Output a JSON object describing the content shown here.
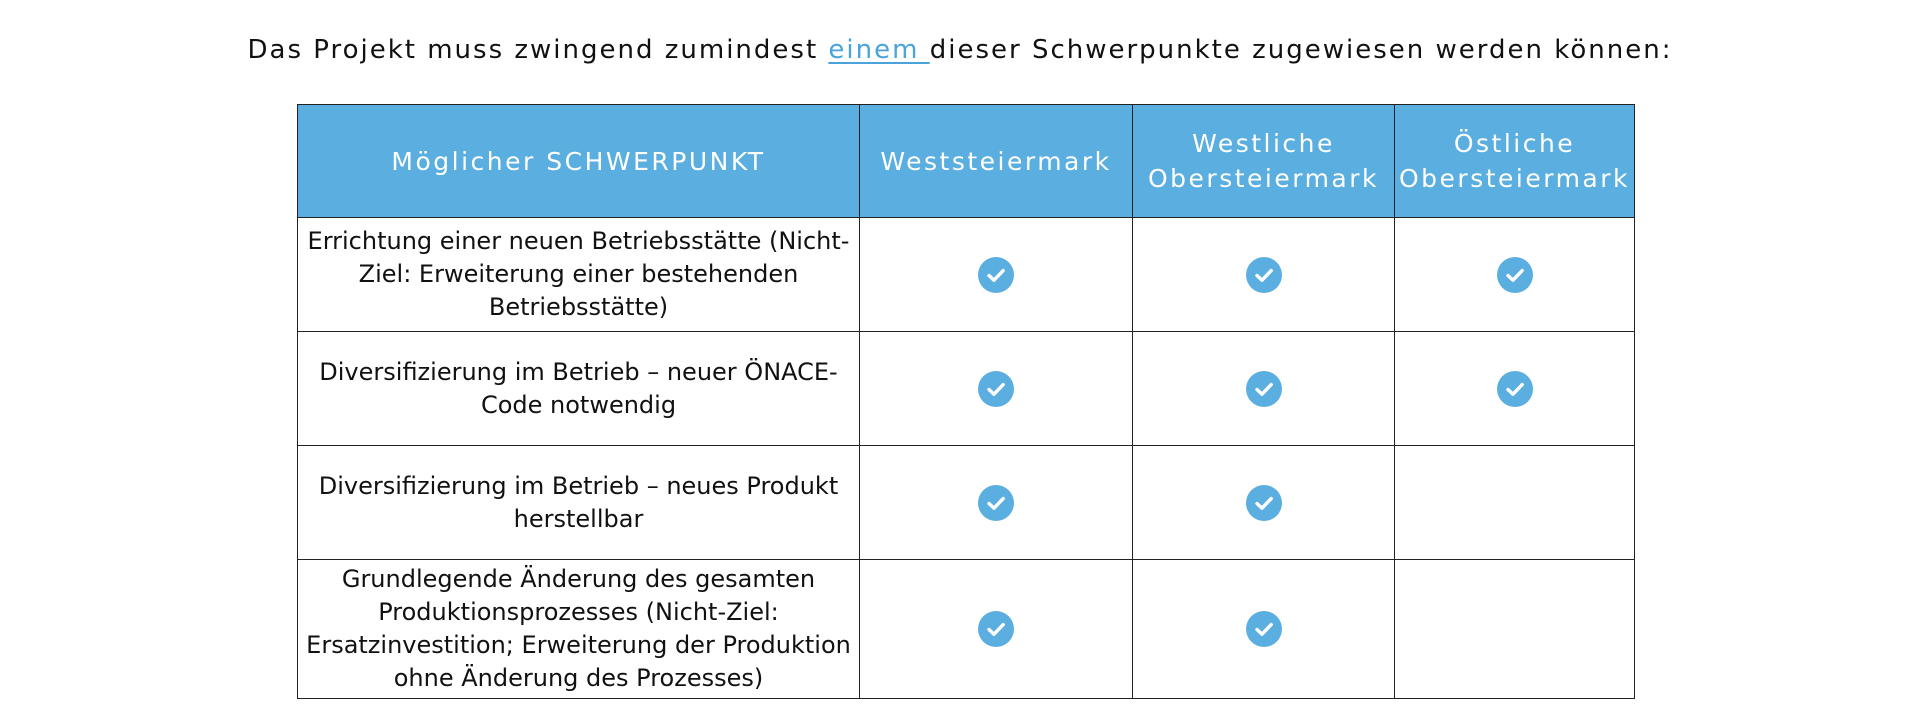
{
  "intro": {
    "before": "Das Projekt muss zwingend zumindest ",
    "emphasis": "einem ",
    "after": "dieser Schwerpunkte zugewiesen werden können:"
  },
  "table": {
    "headers": [
      "Möglicher SCHWERPUNKT",
      "Weststeiermark",
      "Westliche Obersteiermark",
      "Östliche Obersteiermark"
    ],
    "rows": [
      {
        "label": "Errichtung einer neuen Betriebsstätte (Nicht-Ziel: Erweiterung einer bestehenden Betriebsstätte)",
        "checks": [
          true,
          true,
          true
        ]
      },
      {
        "label": "Diversifizierung im Betrieb – neuer ÖNACE-Code notwendig",
        "checks": [
          true,
          true,
          true
        ]
      },
      {
        "label": "Diversifizierung im Betrieb – neues Produkt herstellbar",
        "checks": [
          true,
          true,
          false
        ]
      },
      {
        "label": "Grundlegende Änderung des gesamten Produktionsprozesses (Nicht-Ziel: Ersatzinvestition; Erweiterung der Produktion ohne Änderung des Prozesses)",
        "checks": [
          true,
          true,
          false
        ]
      }
    ]
  },
  "icons": {
    "check": "check-circle-icon"
  },
  "colors": {
    "header_bg": "#5aaee0",
    "accent": "#4aa3db",
    "check": "#5aaee0"
  }
}
